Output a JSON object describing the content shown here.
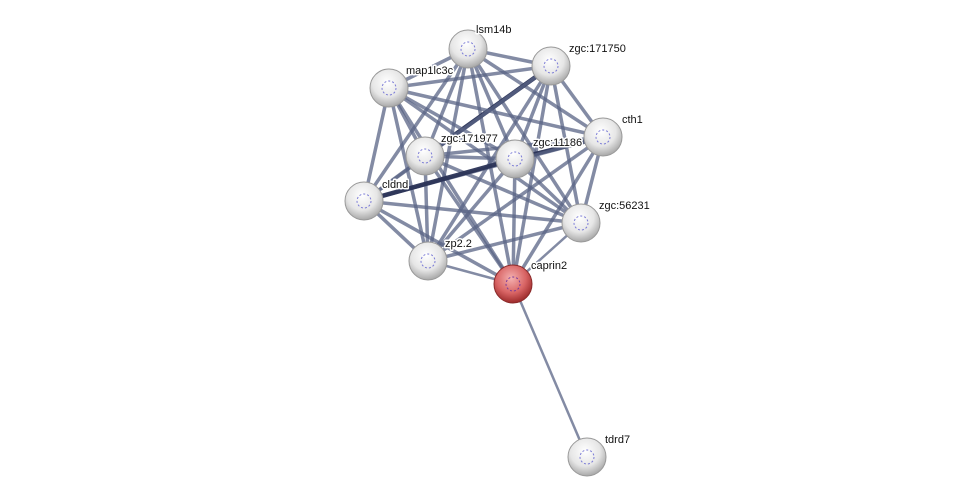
{
  "nodes": [
    {
      "id": "lsm14b",
      "label": "lsm14b",
      "query": false
    },
    {
      "id": "zgc171750",
      "label": "zgc:171750",
      "query": false
    },
    {
      "id": "map1lc3c",
      "label": "map1lc3c",
      "query": false
    },
    {
      "id": "cth1",
      "label": "cth1",
      "query": false
    },
    {
      "id": "zgc171977",
      "label": "zgc:171977",
      "query": false
    },
    {
      "id": "zgc11186",
      "label": "zgc:11186",
      "query": false
    },
    {
      "id": "cldnd",
      "label": "cldnd",
      "query": false
    },
    {
      "id": "zgc56231",
      "label": "zgc:56231",
      "query": false
    },
    {
      "id": "zp22",
      "label": "zp2.2",
      "query": false
    },
    {
      "id": "caprin2",
      "label": "caprin2",
      "query": true
    },
    {
      "id": "tdrd7",
      "label": "tdrd7",
      "query": false
    }
  ],
  "edges": [
    [
      "lsm14b",
      "zgc171750",
      2
    ],
    [
      "lsm14b",
      "map1lc3c",
      2
    ],
    [
      "lsm14b",
      "cth1",
      2
    ],
    [
      "lsm14b",
      "zgc171977",
      2
    ],
    [
      "lsm14b",
      "zgc11186",
      2
    ],
    [
      "lsm14b",
      "cldnd",
      2
    ],
    [
      "lsm14b",
      "zgc56231",
      2
    ],
    [
      "lsm14b",
      "zp22",
      2
    ],
    [
      "lsm14b",
      "caprin2",
      2
    ],
    [
      "zgc171750",
      "map1lc3c",
      2
    ],
    [
      "zgc171750",
      "cth1",
      2
    ],
    [
      "zgc171750",
      "zgc171977",
      3
    ],
    [
      "zgc171750",
      "zgc11186",
      2
    ],
    [
      "zgc171750",
      "cldnd",
      2
    ],
    [
      "zgc171750",
      "zgc56231",
      2
    ],
    [
      "zgc171750",
      "zp22",
      2
    ],
    [
      "zgc171750",
      "caprin2",
      2
    ],
    [
      "map1lc3c",
      "cth1",
      2
    ],
    [
      "map1lc3c",
      "zgc171977",
      2
    ],
    [
      "map1lc3c",
      "zgc11186",
      2
    ],
    [
      "map1lc3c",
      "cldnd",
      2
    ],
    [
      "map1lc3c",
      "zgc56231",
      2
    ],
    [
      "map1lc3c",
      "zp22",
      2
    ],
    [
      "map1lc3c",
      "caprin2",
      2
    ],
    [
      "cth1",
      "zgc171977",
      2
    ],
    [
      "cth1",
      "zgc11186",
      3
    ],
    [
      "cth1",
      "cldnd",
      2
    ],
    [
      "cth1",
      "zgc56231",
      2
    ],
    [
      "cth1",
      "zp22",
      2
    ],
    [
      "cth1",
      "caprin2",
      2
    ],
    [
      "zgc171977",
      "zgc11186",
      2
    ],
    [
      "zgc171977",
      "cldnd",
      2
    ],
    [
      "zgc171977",
      "zgc56231",
      2
    ],
    [
      "zgc171977",
      "zp22",
      2
    ],
    [
      "zgc171977",
      "caprin2",
      2
    ],
    [
      "zgc11186",
      "cldnd",
      3
    ],
    [
      "zgc11186",
      "zgc56231",
      2
    ],
    [
      "zgc11186",
      "zp22",
      2
    ],
    [
      "zgc11186",
      "caprin2",
      2
    ],
    [
      "cldnd",
      "zgc56231",
      2
    ],
    [
      "cldnd",
      "zp22",
      2
    ],
    [
      "cldnd",
      "caprin2",
      2
    ],
    [
      "zgc56231",
      "zp22",
      2
    ],
    [
      "zgc56231",
      "caprin2",
      1
    ],
    [
      "zp22",
      "caprin2",
      1
    ],
    [
      "caprin2",
      "tdrd7",
      1
    ]
  ],
  "colors": {
    "edge": "#5a6485",
    "edge_strong": "#2a3356",
    "node": "#e8e8e8",
    "query_node": "#d45a5a"
  }
}
